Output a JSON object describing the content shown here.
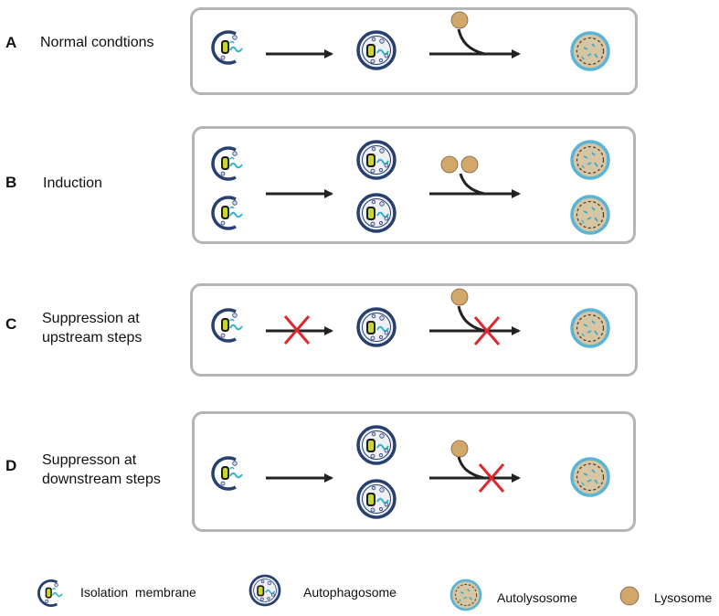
{
  "rows": [
    {
      "letter": "A",
      "label": "Normal condtions"
    },
    {
      "letter": "B",
      "label": "Induction"
    },
    {
      "letter": "C",
      "label": "Suppression at\nupstream steps"
    },
    {
      "letter": "D",
      "label": "Suppresson at\ndownstream steps"
    }
  ],
  "legend": {
    "isolation_membrane": "Isolation  membrane",
    "autophagosome": "Autophagosome",
    "autolysosome": "Autolysosome",
    "lysosome": "Lysosome"
  },
  "colors": {
    "panel_border": "#b5b5b5",
    "membrane_blue": "#27406f",
    "autolysosome_ring": "#5ab4d6",
    "autolysosome_fill": "#d6c6a3",
    "lysosome": "#d2a86a",
    "cargo_green": "#c6d82f",
    "cargo_teal": "#2fb3cf",
    "arrow": "#222222",
    "block_x": "#e0262e"
  }
}
